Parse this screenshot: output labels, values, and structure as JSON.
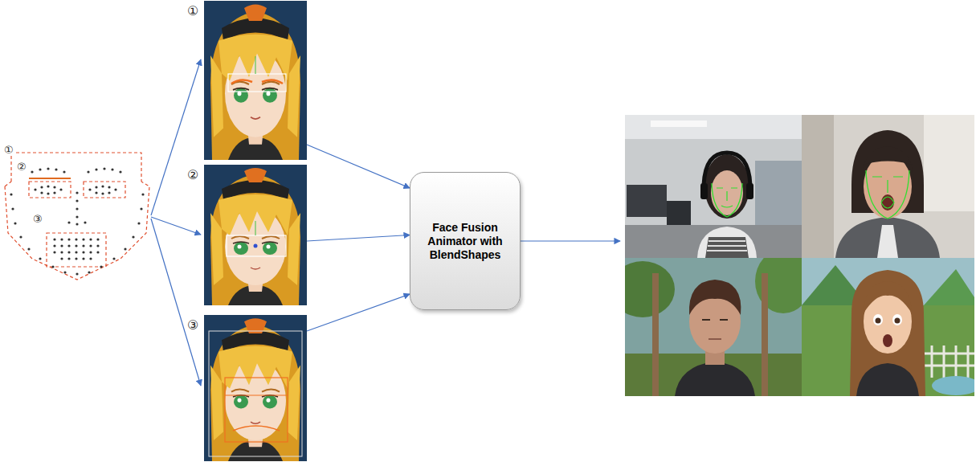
{
  "diagram": {
    "nodes": [
      {
        "text": [
          "①"
        ]
      },
      {
        "text": [
          "②"
        ]
      },
      {
        "text": [
          "③"
        ]
      },
      {
        "text": [
          "Face Fusion Animator with BlendShapes"
        ]
      }
    ],
    "edges": [
      {
        "from": 0,
        "to": 3,
        "arrow": "to"
      },
      {
        "from": 1,
        "to": 3,
        "arrow": "to"
      },
      {
        "from": 2,
        "to": 3,
        "arrow": "to"
      }
    ],
    "labels": [
      "①",
      "②",
      "③"
    ]
  }
}
